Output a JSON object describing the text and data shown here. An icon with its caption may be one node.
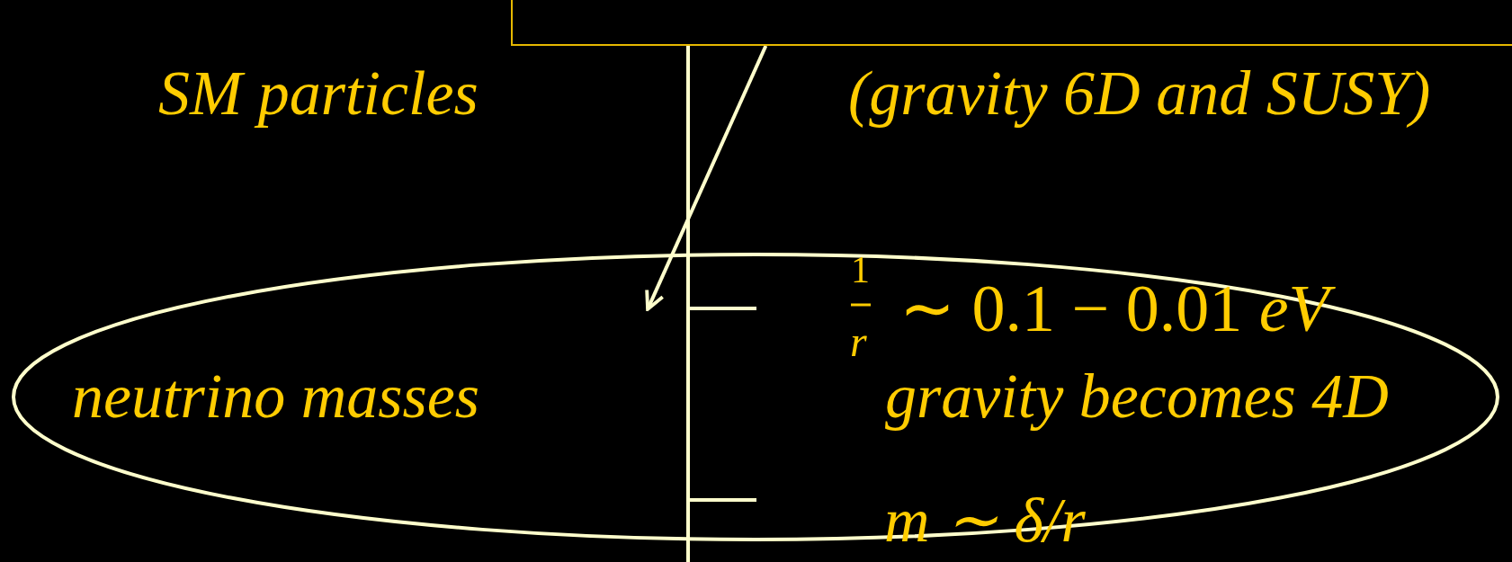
{
  "diagram": {
    "nodes": [
      {
        "text": [],
        "shape": "box"
      },
      {
        "text": [
          "neutrino masses",
          "gravity becomes 4D"
        ]
      }
    ],
    "edges": [
      {
        "from": 0,
        "to": 1,
        "arrow": "to"
      },
      {
        "from": 0,
        "to": null,
        "arrow": "none"
      }
    ],
    "labels": [
      "SM particles",
      "(gravity 6D and SUSY)",
      "1",
      "r",
      "∼ 0.1 − 0.01 *eV*",
      "m ∼ δ/r"
    ]
  }
}
